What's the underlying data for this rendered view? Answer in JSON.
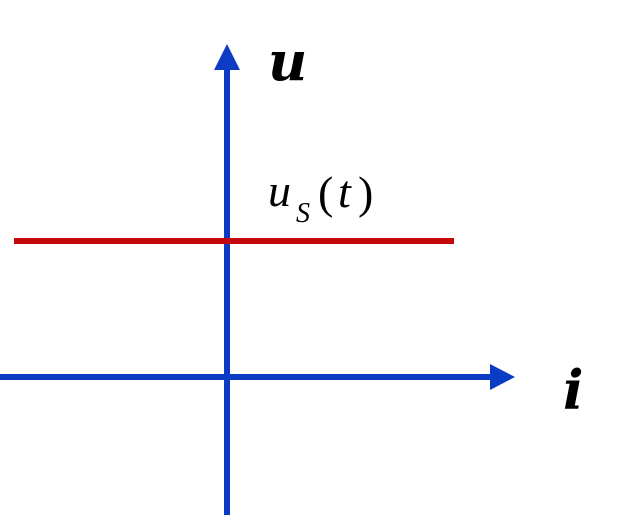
{
  "diagram": {
    "axis_labels": {
      "vertical": "u",
      "horizontal": "i"
    },
    "source_curve": {
      "symbol": "u",
      "subscript": "S",
      "open_paren": "(",
      "argument": "t",
      "close_paren": ")"
    },
    "colors": {
      "axes": "#0c3bc4",
      "source_line": "#c4080c",
      "text": "#000000",
      "background": "#ffffff"
    }
  }
}
